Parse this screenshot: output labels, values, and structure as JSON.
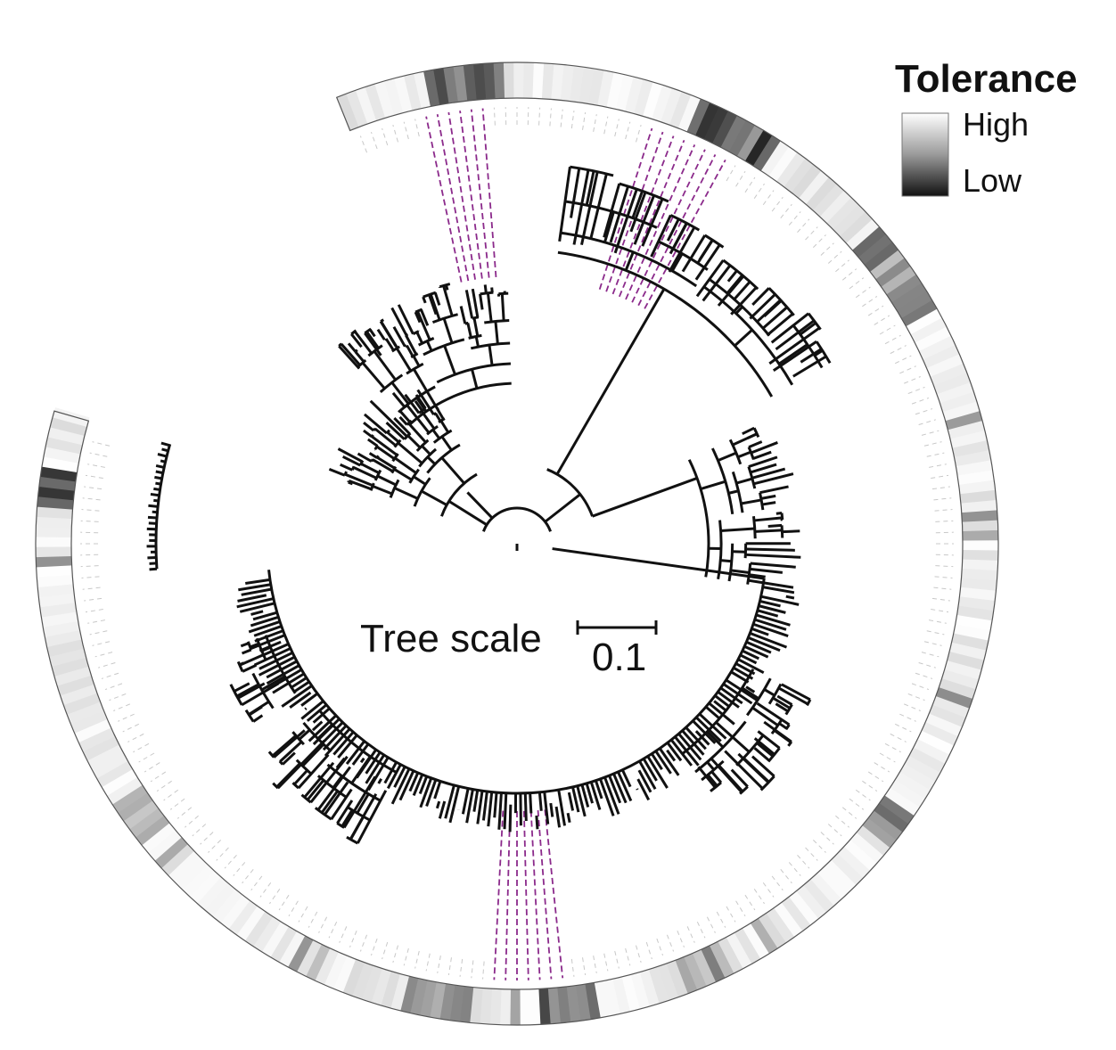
{
  "legend": {
    "title": "Tolerance",
    "high_label": "High",
    "low_label": "Low",
    "gradient_top_color": "#ffffff",
    "gradient_bottom_color": "#111111"
  },
  "scale_bar": {
    "label": "Tree scale",
    "value": "0.1"
  },
  "colors": {
    "branch": "#111111",
    "highlight_leader": "#8b2a8b",
    "leader": "#c8c8c8",
    "ring_outline": "#555555"
  },
  "highlighted_clades": [
    "upper-left-clade",
    "upper-right-clade",
    "bottom-clade"
  ]
}
